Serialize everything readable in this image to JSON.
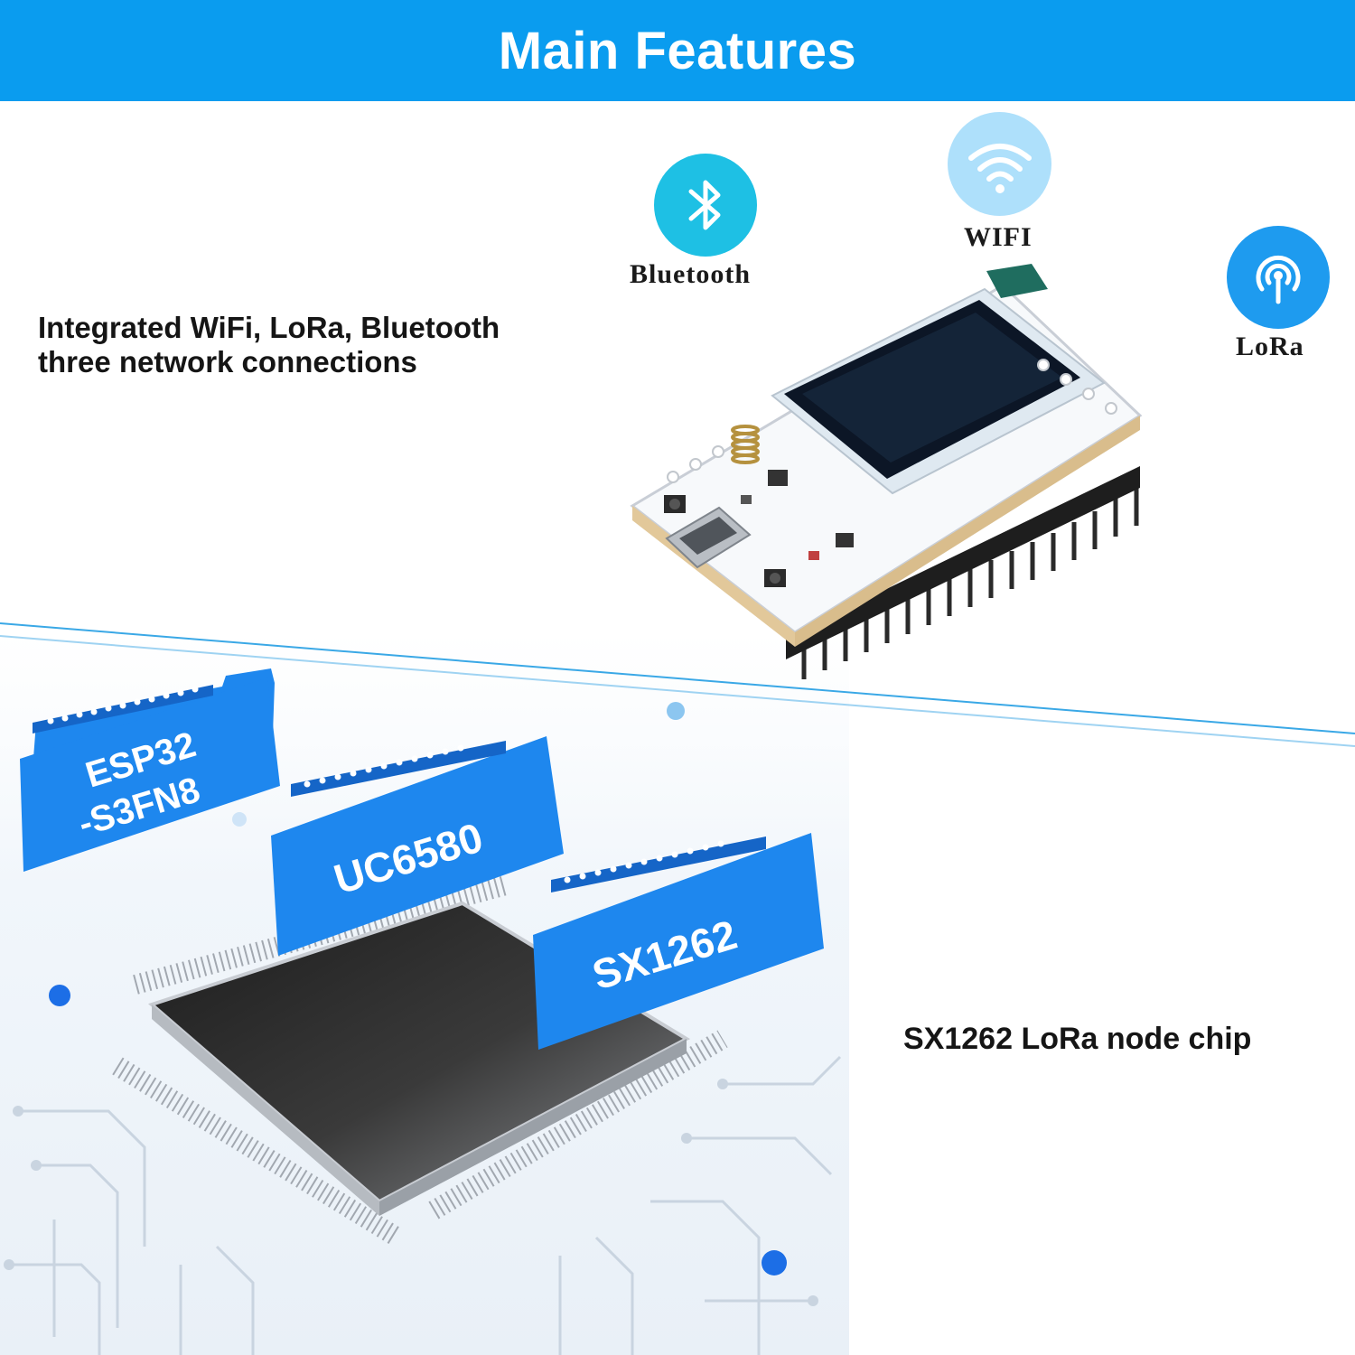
{
  "banner": {
    "title": "Main Features",
    "color": "#0a9cef"
  },
  "features": {
    "connectivity": {
      "line1": "Integrated WiFi, LoRa, Bluetooth",
      "line2": "three network connections"
    },
    "lora_chip": "SX1262 LoRa node chip"
  },
  "badges": [
    {
      "label": "Bluetooth",
      "icon": "bluetooth-icon",
      "color": "#1ec0e4"
    },
    {
      "label": "WIFI",
      "icon": "wifi-icon",
      "color": "#aee0fb"
    },
    {
      "label": "LoRa",
      "icon": "lora-antenna-icon",
      "color": "#1e9bef"
    }
  ],
  "chips": {
    "esp32": {
      "line1": "ESP32",
      "line2": "-S3FN8"
    },
    "uc6580": "UC6580",
    "sx1262": "SX1262",
    "label_color": "#1e87ee"
  }
}
